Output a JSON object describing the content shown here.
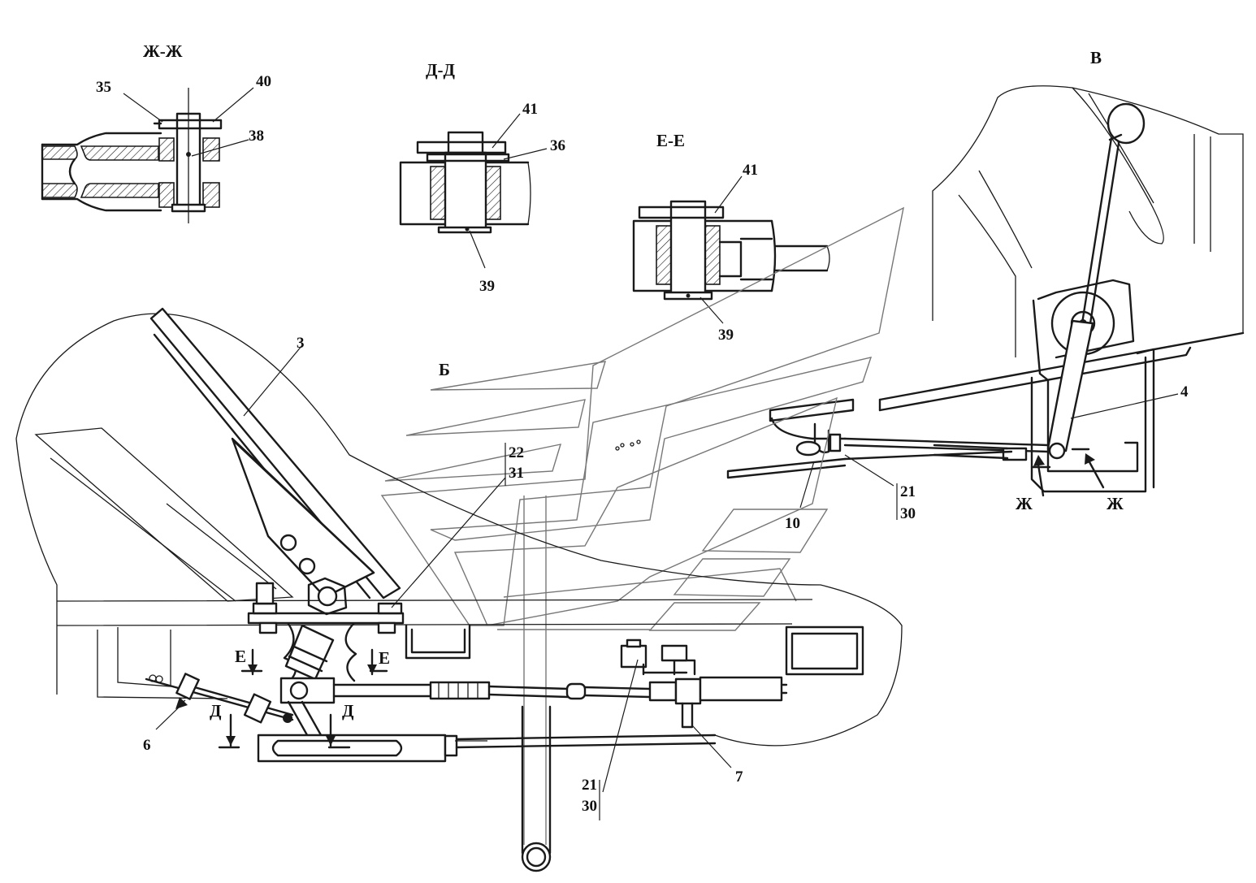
{
  "sections": {
    "zh": "Ж-Ж",
    "d": "Д-Д",
    "e": "Е-Е",
    "v": "В",
    "b": "Б"
  },
  "callouts": {
    "p35": "35",
    "p40": "40",
    "p38": "38",
    "p41a": "41",
    "p36": "36",
    "p39a": "39",
    "p41b": "41",
    "p39b": "39",
    "p3": "3",
    "p22": "22",
    "p31": "31",
    "p4": "4",
    "p10": "10",
    "p21a": "21",
    "p30a": "30",
    "p6": "6",
    "p7": "7",
    "p21b": "21",
    "p30b": "30"
  },
  "cut_marks": {
    "e_left": "Е",
    "e_right": "Е",
    "d_left": "Д",
    "d_right": "Д",
    "zh_left": "Ж",
    "zh_right": "Ж"
  },
  "colors": {
    "line": "#1a1a1a",
    "ghost": "#777777",
    "background": "#ffffff"
  }
}
